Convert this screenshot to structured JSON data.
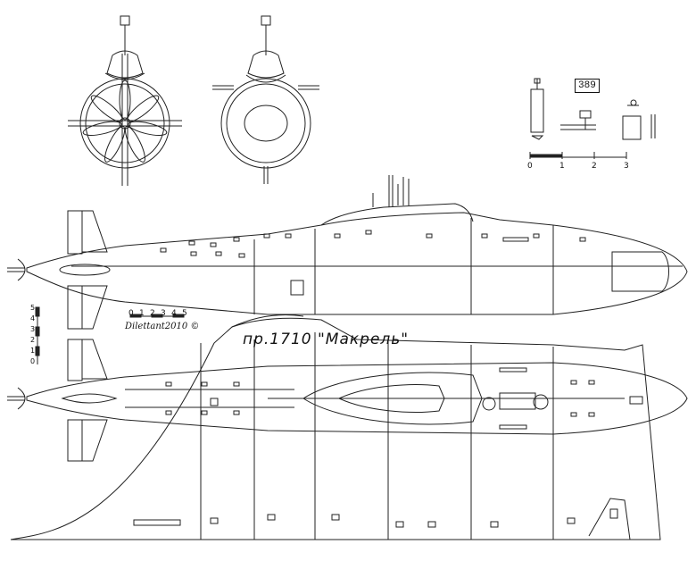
{
  "title": "пр.1710 \"Макрель\"",
  "signature": "Dilettant2010 ©",
  "plate_number": "389",
  "scale_bar_right": {
    "ticks": [
      "0",
      "1",
      "2",
      "3"
    ]
  },
  "scale_bar_hull": {
    "ticks": [
      "0",
      "1",
      "2",
      "3",
      "4",
      "5"
    ]
  },
  "scale_bar_vertical": {
    "ticks": [
      "5",
      "4",
      "3",
      "2",
      "1",
      "0"
    ]
  },
  "views": [
    "front-view",
    "rear-view",
    "side-view-upper",
    "top-view",
    "side-view-lower",
    "detail-parts"
  ]
}
